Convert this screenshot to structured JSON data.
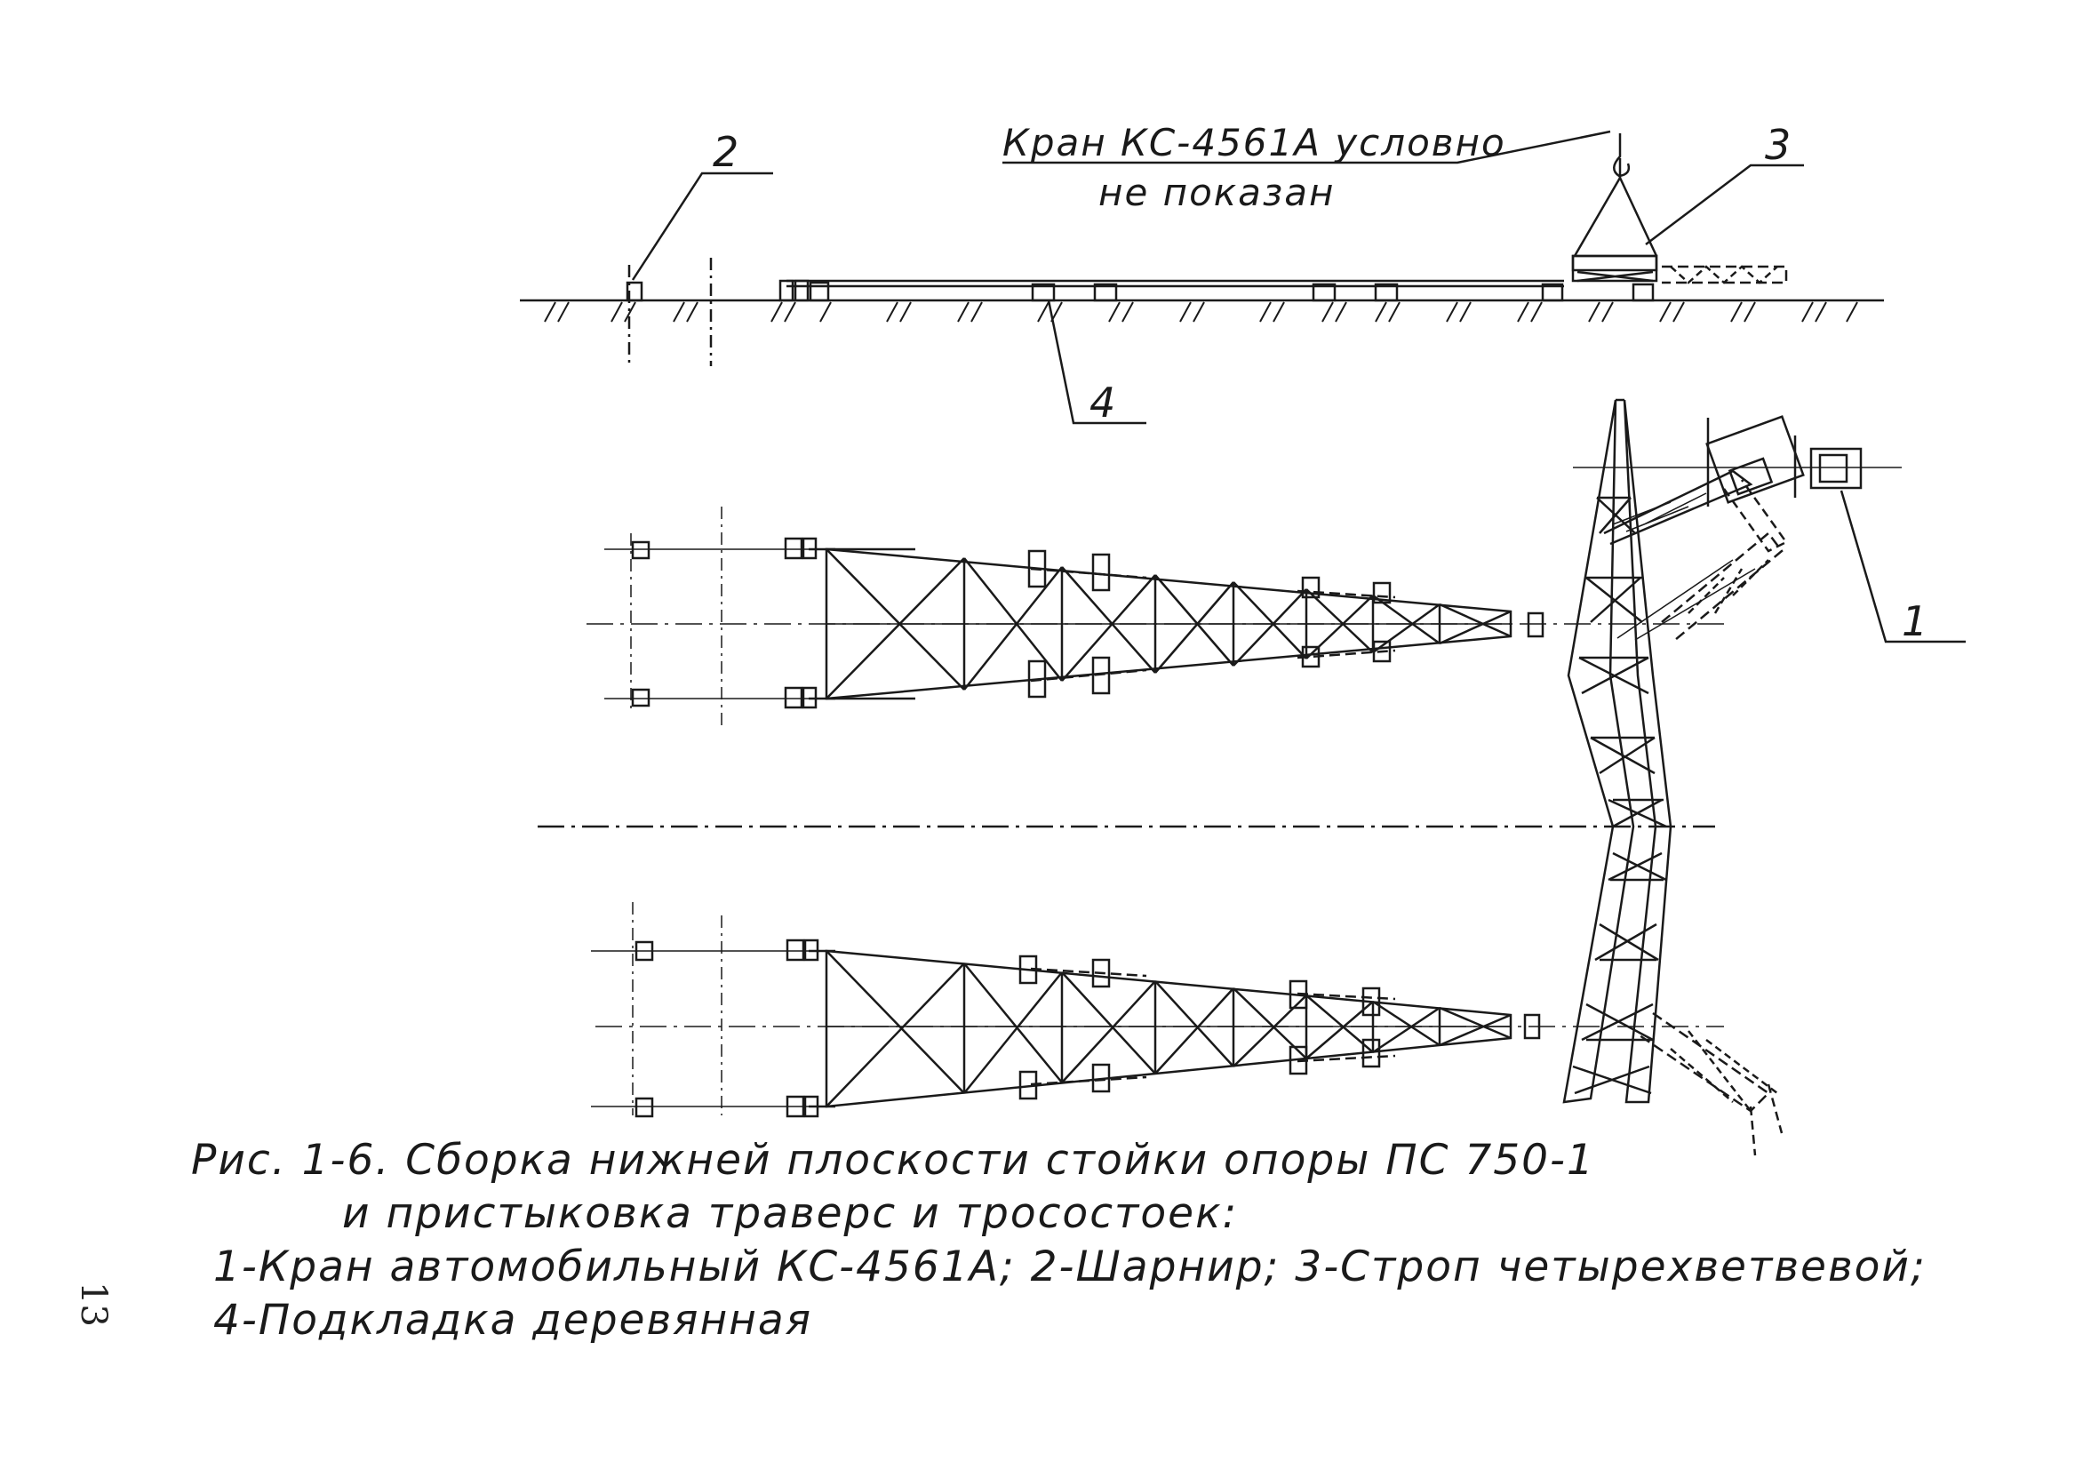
{
  "callouts": {
    "c1": "1",
    "c2": "2",
    "c3": "3",
    "c4": "4"
  },
  "crane_note": {
    "line1": "Кран КС-4561А условно",
    "line2": "не показан"
  },
  "caption": {
    "line1": "Рис. 1-6. Сборка нижней плоскости стойки опоры ПС 750-1",
    "line2": "и пристыковка траверс и тросостоек:",
    "line3": "1-Кран автомобильный КС-4561А; 2-Шарнир; 3-Строп четырехветвевой;",
    "line4": "4-Подкладка деревянная"
  },
  "page_number": "13"
}
